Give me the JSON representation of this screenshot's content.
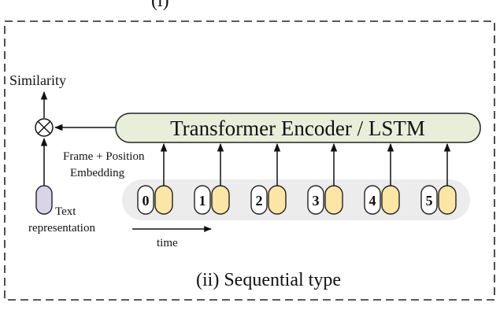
{
  "figure": {
    "top_label": "(i)",
    "caption": "(ii) Sequential type",
    "similarity_label": "Similarity",
    "encoder_label": "Transformer Encoder / LSTM",
    "embedding_label_line1": "Frame + Position",
    "embedding_label_line2": "Embedding",
    "text_label_line1": "Text",
    "text_label_line2": "representation",
    "time_label": "time",
    "combine_symbol": "⊗",
    "frames": [
      {
        "index": "0"
      },
      {
        "index": "1"
      },
      {
        "index": "2"
      },
      {
        "index": "3"
      },
      {
        "index": "4"
      },
      {
        "index": "5"
      }
    ]
  },
  "colors": {
    "encoder_fill": "#e9eedb",
    "embedding_fill": "#fbe6a5",
    "text_rep_fill": "#d9d4e8",
    "frame_row_bg": "#ececec",
    "border": "#222222"
  }
}
